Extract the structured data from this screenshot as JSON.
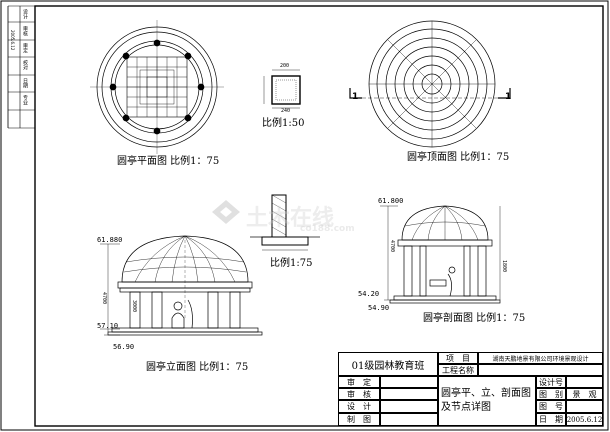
{
  "captions": {
    "plan": "圆亭平面图  比例1：75",
    "roof": "圆亭顶面图  比例1：75",
    "detail_top": "比例1:50",
    "detail_mid": "比例1:75",
    "elevation": "圆亭立面图  比例1：75",
    "section": "圆亭剖面图  比例1：75"
  },
  "levels": {
    "elev_top": "61.880",
    "elev_mid": "57.10",
    "elev_low": "56.90",
    "sect_top": "61.800",
    "sect_mid": "54.20",
    "sect_low": "54.90"
  },
  "dimensions": {
    "elev_h1": "4700",
    "elev_h2": "3000",
    "sect_h1": "4700",
    "sect_h2": "1800",
    "d240": "240",
    "d200": "200"
  },
  "section_markers": {
    "left": "1",
    "right": "1"
  },
  "watermark": {
    "brand": "土木在线",
    "url": "co188.com"
  },
  "title_block": {
    "class_name": "01级园林教育班",
    "project_label": "项　目",
    "project_value": "湖南天鹏地景有限公司环境景观设计",
    "project_name_label": "工程名称",
    "drawing_title": "圆亭平、立、剖面图及节点详图",
    "roles": [
      "审　定",
      "审　核",
      "设　计",
      "制　图"
    ],
    "design_no_label": "设计号",
    "category_label": "图　别",
    "category_value": "景　观",
    "sheet_no_label": "图　号",
    "date_label": "日　期",
    "date_value": "2005.6.12"
  },
  "side_strip": {
    "labels": [
      "设计",
      "审核",
      "审定",
      "校对",
      "日期",
      "专业",
      "2005.6.12"
    ]
  }
}
